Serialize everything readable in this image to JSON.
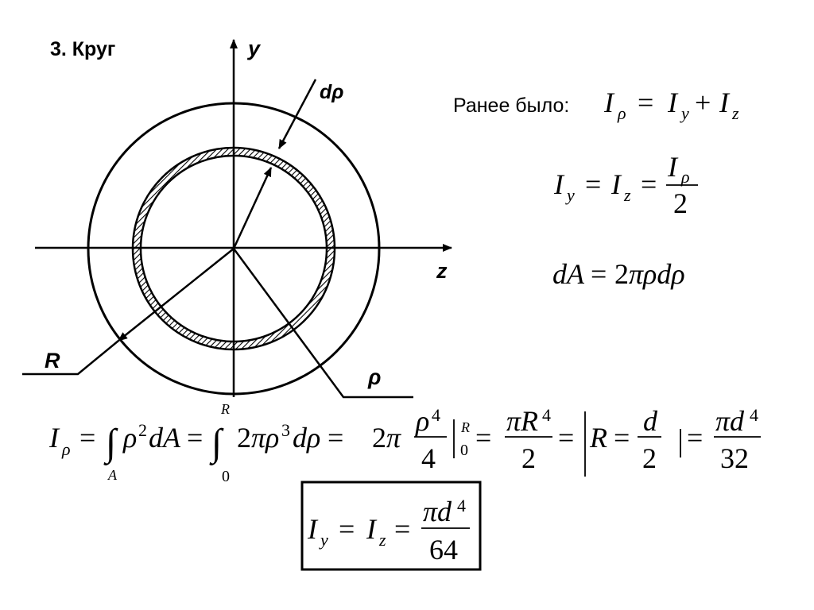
{
  "slide": {
    "title": "3. Круг"
  },
  "diagram": {
    "axis_y_label": "y",
    "axis_z_label": "z",
    "label_drho": "dρ",
    "label_R": "R",
    "label_rho": "ρ"
  },
  "text": {
    "earlier_label": "Ранее было:"
  }
}
